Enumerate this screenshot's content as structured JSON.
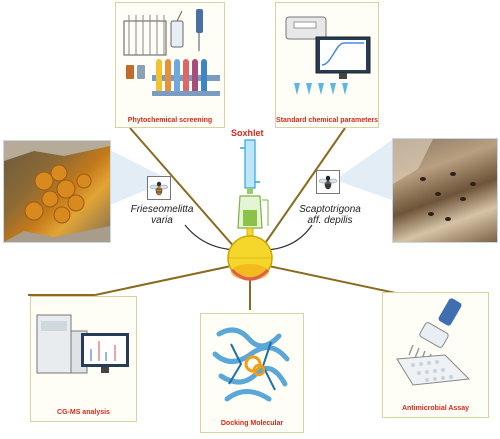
{
  "panels": {
    "phytochemical": "Phytochemical screening",
    "standard": "Standard chemical parameters",
    "gcms": "CG-MS analysis",
    "docking": "Docking Molecular",
    "antimicrobial": "Antimicrobial Assay"
  },
  "center": {
    "title": "Soxhlet"
  },
  "bees": {
    "left_line1": "Frieseomelitta",
    "left_line2": "varia",
    "right_line1": "Scaptotrigona",
    "right_line2": "aff. depilis"
  },
  "colors": {
    "caption": "#d42a1c",
    "connector": "#8a6a1e",
    "panel_border": "#d8d3a0",
    "flask": "#f5d62a",
    "condenser": "#29a9e0"
  }
}
